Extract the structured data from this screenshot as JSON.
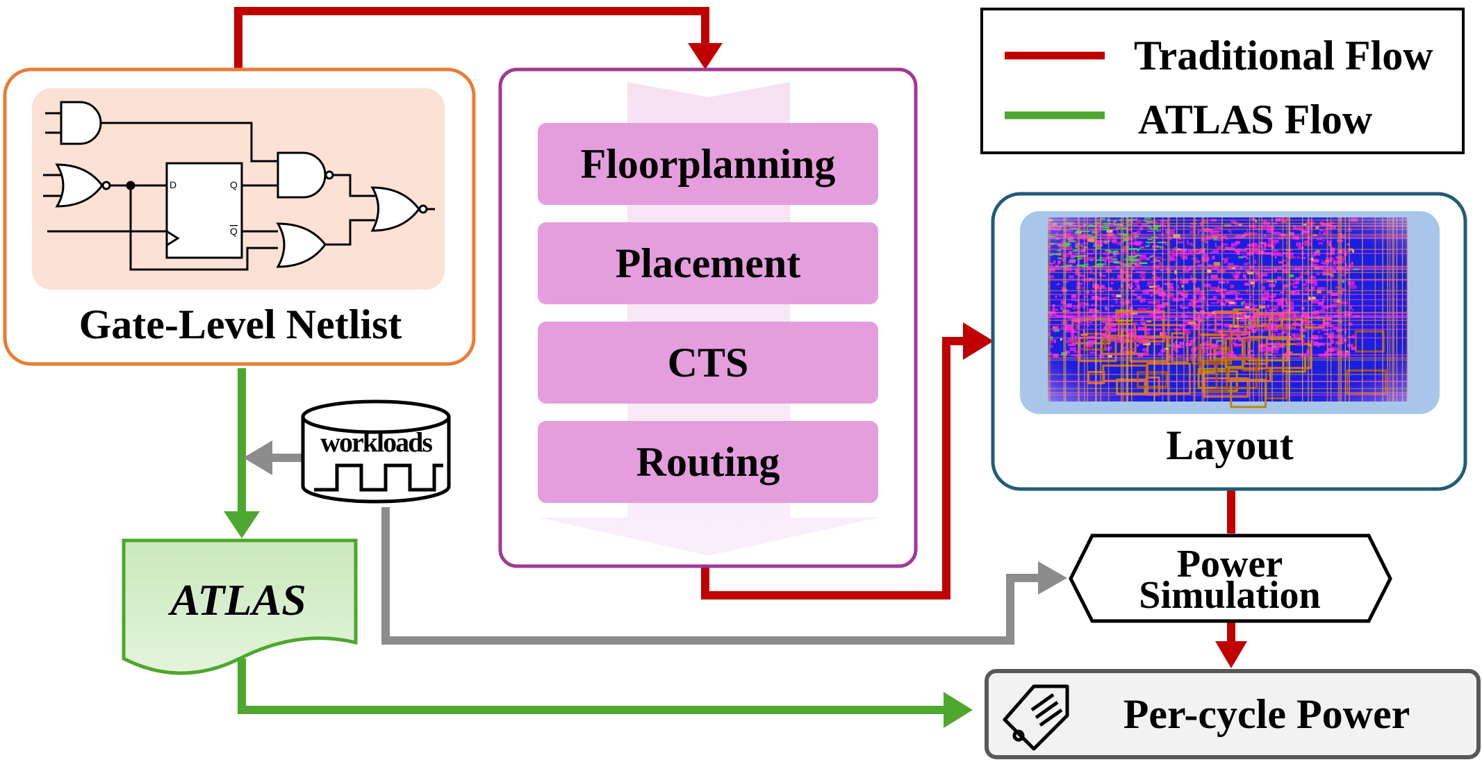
{
  "legend": {
    "traditional_label": "Traditional Flow",
    "atlas_label": "ATLAS Flow"
  },
  "netlist": {
    "label": "Gate-Level Netlist",
    "ff_d": "D",
    "ff_q": "Q",
    "ff_qbar": "Q"
  },
  "pnr_steps": [
    "Floorplanning",
    "Placement",
    "CTS",
    "Routing"
  ],
  "layout": {
    "label": "Layout"
  },
  "workloads": {
    "label": "workloads"
  },
  "atlas": {
    "label": "ATLAS"
  },
  "power_sim": {
    "line1": "Power",
    "line2": "Simulation"
  },
  "per_cycle": {
    "label": "Per-cycle Power"
  },
  "colors": {
    "traditional": "#c00000",
    "atlas": "#4ea72e",
    "workload_arrow": "#8c8c8c",
    "netlist_border": "#e87d34",
    "netlist_fill": "#fbe2d5",
    "pnr_border": "#a03996",
    "pnr_step_fill": "#e49edd",
    "layout_border": "#1f5c7a",
    "layout_fill": "#a8c6ea",
    "atlas_border": "#4ea72e",
    "atlas_fill": "#dff2d6"
  }
}
